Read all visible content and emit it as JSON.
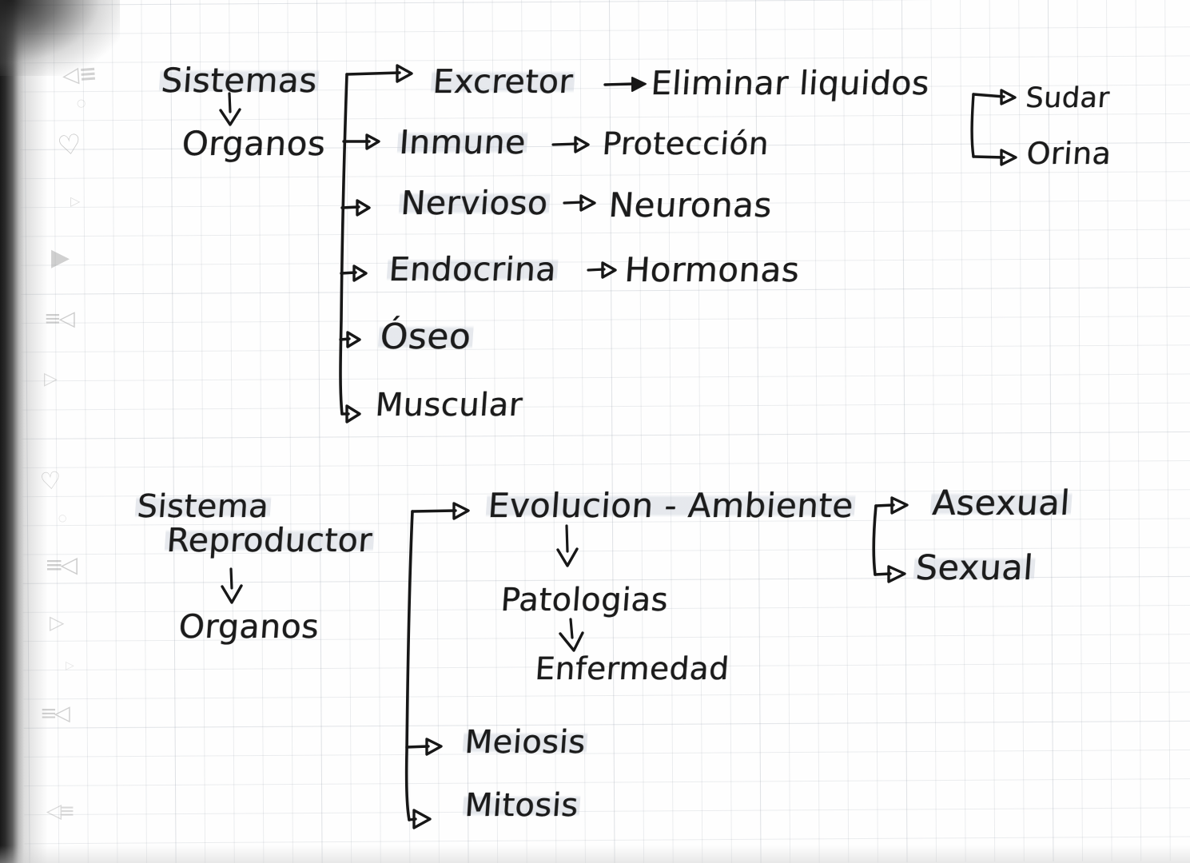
{
  "document": {
    "kind": "handwritten-concept-map",
    "language": "es",
    "medium": "graph-paper-notebook",
    "ink_color": "#171717",
    "paper_color": "#fefefe",
    "grid_color": "#9aa2ae"
  },
  "map_top": {
    "root": {
      "title": "Sistemas",
      "arrow_down": "↓",
      "subtitle": "Organos"
    },
    "branches": [
      {
        "label": "Excretor",
        "detail": "Eliminar  liquidos",
        "subitems": [
          "Sudar",
          "Orina"
        ]
      },
      {
        "label": "Inmune",
        "detail": "Protección",
        "subitems": []
      },
      {
        "label": "Nervioso",
        "detail": "Neuronas",
        "subitems": []
      },
      {
        "label": "Endocrina",
        "detail": "Hormonas",
        "subitems": []
      },
      {
        "label": "Óseo",
        "detail": "",
        "subitems": []
      },
      {
        "label": "Muscular",
        "detail": "",
        "subitems": []
      }
    ]
  },
  "map_bottom": {
    "root": {
      "title_line1": "Sistema",
      "title_line2": "Reproductor",
      "arrow_down": "↓",
      "subtitle": "Organos"
    },
    "branches": [
      {
        "label": "Evolucion - Ambiente",
        "chain": [
          "Patologias",
          "Enfermedad"
        ],
        "subitems": [
          "Asexual",
          "Sexual"
        ]
      },
      {
        "label": "Meiosis",
        "chain": [],
        "subitems": []
      },
      {
        "label": "Mitosis",
        "chain": [],
        "subitems": []
      }
    ]
  },
  "margin_marks": {
    "note": "faint ink show-through from the reverse side of the page",
    "glyphs": [
      "◁≡",
      "○",
      "♡",
      "▷",
      "▶",
      "≡◁",
      "▷",
      "≡◁",
      "◁≡"
    ]
  }
}
